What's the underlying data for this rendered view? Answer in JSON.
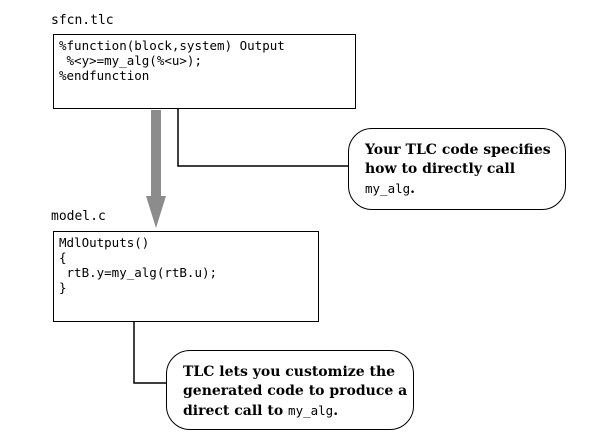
{
  "files": {
    "sfcn": {
      "label": "sfcn.tlc",
      "lines": [
        "%function(block,system) Output",
        " %<y>=my_alg(%<u>);",
        "%endfunction"
      ]
    },
    "model": {
      "label": "model.c",
      "lines": [
        "MdlOutputs()",
        "{",
        " rtB.y=my_alg(rtB.u);",
        "}"
      ]
    }
  },
  "callouts": {
    "top": {
      "line1": "Your TLC code specifies",
      "line2": "how to directly call",
      "line3_code": "my_alg",
      "line3_suffix": "."
    },
    "bottom": {
      "line1": "TLC lets you customize the",
      "line2": "generated code to produce a",
      "line3_prefix": "direct call to ",
      "line3_code": "my_alg",
      "line3_suffix": "."
    }
  },
  "colors": {
    "flow_arrow": "#8c8c8c",
    "line": "#000000"
  }
}
